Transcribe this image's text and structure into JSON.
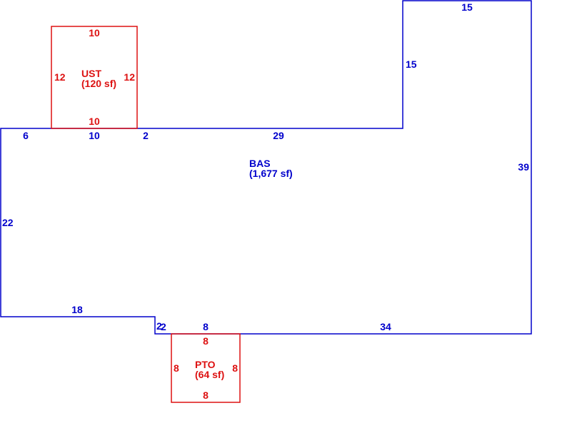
{
  "colors": {
    "main": "#0000cc",
    "addon": "#dd1111"
  },
  "areas": {
    "bas": {
      "code": "BAS",
      "area": "(1,677 sf)"
    },
    "ust": {
      "code": "UST",
      "area": "(120 sf)"
    },
    "pto": {
      "code": "PTO",
      "area": "(64 sf)"
    }
  },
  "dimensions": {
    "bas_top_far_right": "15",
    "bas_right_notch": "15",
    "bas_right": "39",
    "bas_top_left": "6",
    "bas_top_under_ust": "10",
    "bas_top_small": "2",
    "bas_top_middle": "29",
    "bas_left": "22",
    "bas_bottom_left": "18",
    "bas_step_a": "2",
    "bas_step_b": "2",
    "bas_bottom_small": "8",
    "bas_bottom_right": "34",
    "ust_top": "10",
    "ust_left": "12",
    "ust_right": "12",
    "ust_bottom": "10",
    "pto_top": "8",
    "pto_left": "8",
    "pto_right": "8",
    "pto_bottom": "8"
  }
}
